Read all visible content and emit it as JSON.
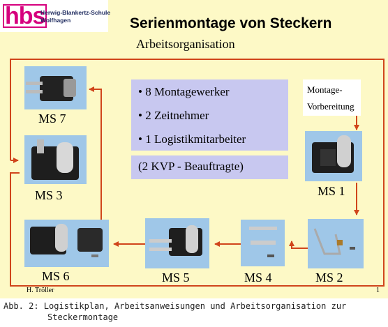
{
  "logo": {
    "mark": "hbs",
    "line1": "Herwig-Blankertz-Schule",
    "line2": "Wolfhagen"
  },
  "title": "Serienmontage von Steckern",
  "subtitle": "Arbeitsorganisation",
  "stations": [
    {
      "id": "ms7",
      "label": "MS 7"
    },
    {
      "id": "ms3",
      "label": "MS 3"
    },
    {
      "id": "ms6",
      "label": "MS 6"
    },
    {
      "id": "ms5",
      "label": "MS 5"
    },
    {
      "id": "ms4",
      "label": "MS 4"
    },
    {
      "id": "ms2",
      "label": "MS 2"
    },
    {
      "id": "ms1",
      "label": "MS 1"
    }
  ],
  "staff": {
    "items": [
      "• 8 Montagewerker",
      "• 2 Zeitnehmer",
      "• 1 Logistikmitarbeiter"
    ],
    "kvp": "(2 KVP - Beauftragte)"
  },
  "preparation": {
    "line1": "Montage-",
    "line2": "Vorbereitung"
  },
  "author": "H. Tröller",
  "page_number": "1",
  "caption": {
    "line1": "Abb. 2: Logistikplan, Arbeitsanweisungen und Arbeitsorganisation zur",
    "line2": "Steckermontage"
  },
  "colors": {
    "slide_bg": "#fdf9c6",
    "arrow": "#d0451b",
    "box": "#c8c8f0",
    "photo_bg": "#9fc7e8",
    "logo": "#d6007e"
  }
}
